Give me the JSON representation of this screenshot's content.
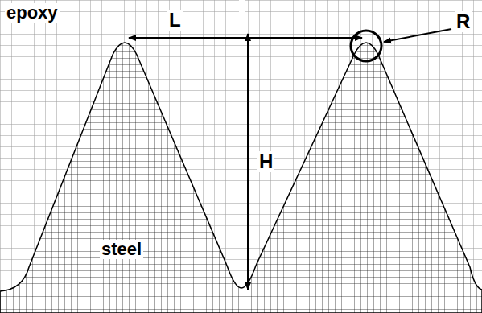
{
  "diagram": {
    "labels": [
      "epoxy",
      "L",
      "R",
      "H",
      "steel"
    ]
  }
}
